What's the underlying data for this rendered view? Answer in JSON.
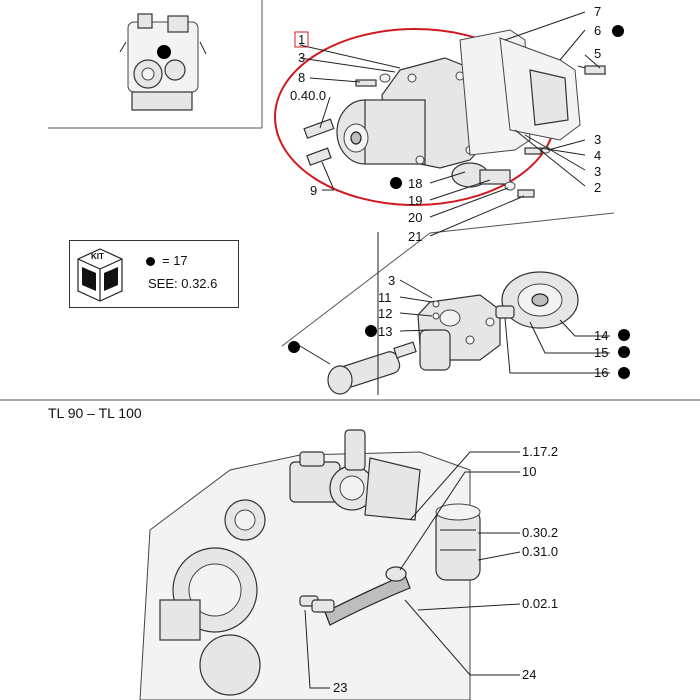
{
  "section_title": "TL 90 – TL 100",
  "kit_box": {
    "badge": "KIT",
    "quantity": "= 17",
    "see_ref": "SEE: 0.32.6"
  },
  "callouts_top": [
    {
      "id": "c1",
      "label": "1",
      "boxed": true
    },
    {
      "id": "c3a",
      "label": "3"
    },
    {
      "id": "c8",
      "label": "8"
    },
    {
      "id": "c0400",
      "label": "0.40.0"
    },
    {
      "id": "c9",
      "label": "9"
    },
    {
      "id": "c7",
      "label": "7"
    },
    {
      "id": "c6",
      "label": "6",
      "kit": true
    },
    {
      "id": "c5",
      "label": "5"
    },
    {
      "id": "c3b",
      "label": "3"
    },
    {
      "id": "c4",
      "label": "4"
    },
    {
      "id": "c3c",
      "label": "3"
    },
    {
      "id": "c2",
      "label": "2"
    },
    {
      "id": "c18",
      "label": "18",
      "kit": true
    },
    {
      "id": "c19",
      "label": "19"
    },
    {
      "id": "c20",
      "label": "20"
    },
    {
      "id": "c21",
      "label": "21"
    }
  ],
  "callouts_middle": [
    {
      "id": "m3",
      "label": "3"
    },
    {
      "id": "m11",
      "label": "11"
    },
    {
      "id": "m12",
      "label": "12"
    },
    {
      "id": "m13",
      "label": "13",
      "kit": true
    },
    {
      "id": "m14",
      "label": "14",
      "kit": true
    },
    {
      "id": "m15",
      "label": "15",
      "kit": true
    },
    {
      "id": "m16",
      "label": "16",
      "kit": true
    }
  ],
  "callouts_bottom": [
    {
      "id": "b1172",
      "label": "1.17.2"
    },
    {
      "id": "b10",
      "label": "10"
    },
    {
      "id": "b0302",
      "label": "0.30.2"
    },
    {
      "id": "b0310",
      "label": "0.31.0"
    },
    {
      "id": "b0021",
      "label": "0.02.1"
    },
    {
      "id": "b24",
      "label": "24"
    },
    {
      "id": "b23",
      "label": "23"
    }
  ],
  "colors": {
    "highlight_ellipse": "#d0191e",
    "ink": "#111111",
    "line": "#222222"
  },
  "icons": [
    "engine-thumbnail-icon",
    "kit-cube-icon",
    "kit-dot-icon"
  ]
}
